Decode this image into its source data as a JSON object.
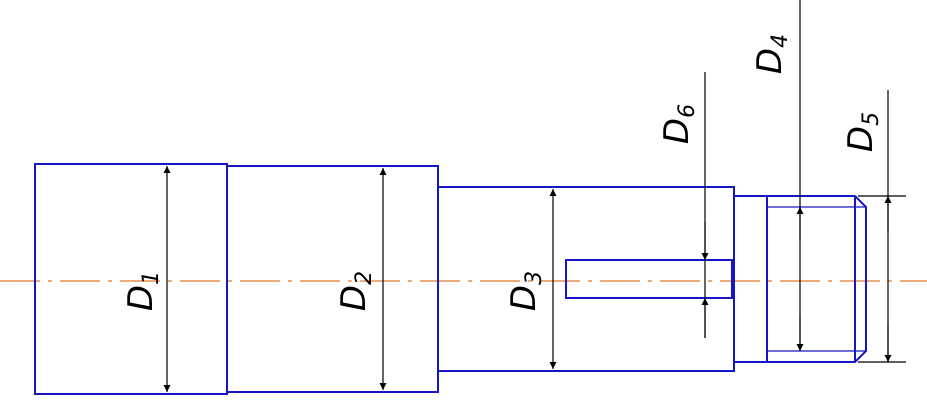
{
  "colors": {
    "outline": "#1616c8",
    "dimension": "#000000",
    "centerline": "#e07b2a",
    "background": "#ffffff"
  },
  "labels": {
    "d1": {
      "letter": "D",
      "index": "1"
    },
    "d2": {
      "letter": "D",
      "index": "2"
    },
    "d3": {
      "letter": "D",
      "index": "3"
    },
    "d4": {
      "letter": "D",
      "index": "4"
    },
    "d5": {
      "letter": "D",
      "index": "5"
    },
    "d6": {
      "letter": "D",
      "index": "6"
    }
  }
}
